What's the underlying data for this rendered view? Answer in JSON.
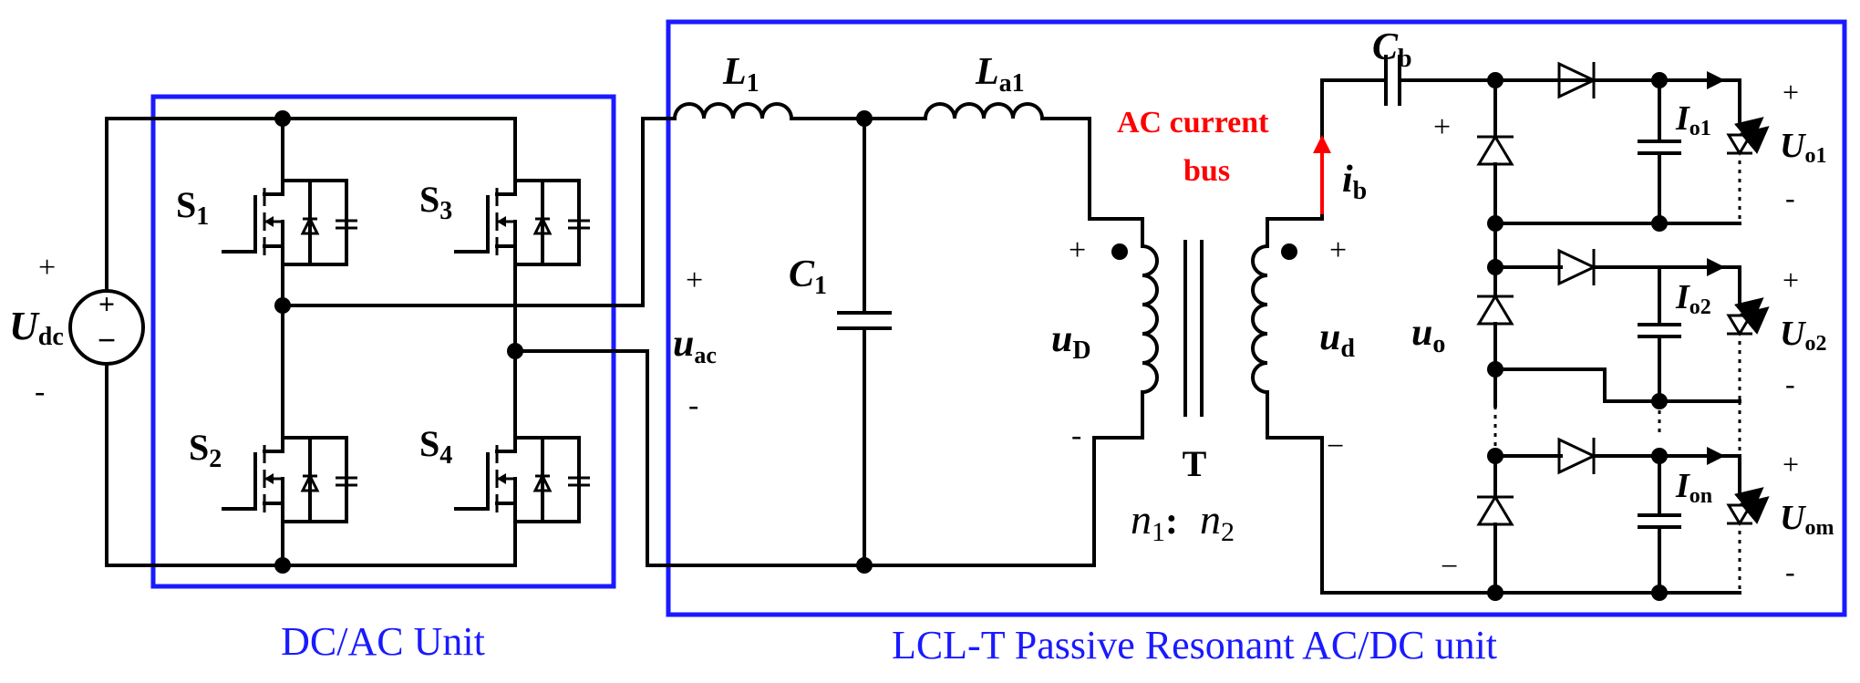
{
  "units": {
    "left_caption": "DC/AC Unit",
    "right_caption": "LCL-T Passive Resonant AC/DC unit"
  },
  "source": {
    "plus": "+",
    "minus": "-",
    "symbol": "U",
    "subscript": "dc",
    "inner_plus": "+",
    "inner_minus": "−"
  },
  "switches": [
    {
      "sym": "S",
      "sub": "1"
    },
    {
      "sym": "S",
      "sub": "3"
    },
    {
      "sym": "S",
      "sub": "2"
    },
    {
      "sym": "S",
      "sub": "4"
    }
  ],
  "labels": {
    "L1": {
      "sym": "L",
      "sub": "1"
    },
    "La1": {
      "sym": "L",
      "sub": "a1"
    },
    "C1": {
      "sym": "C",
      "sub": "1"
    },
    "Cb": {
      "sym": "C",
      "sub": "b"
    },
    "uac": {
      "sym": "u",
      "sub": "ac",
      "plus": "+",
      "minus": "-"
    },
    "uD": {
      "sym": "u",
      "sub": "D",
      "plus": "+",
      "minus": "-"
    },
    "ud": {
      "sym": "u",
      "sub": "d",
      "plus": "+",
      "minus": "−"
    },
    "uo": {
      "sym": "u",
      "sub": "o",
      "plus": "+",
      "minus": "−"
    },
    "ib": {
      "sym": "i",
      "sub": "b"
    },
    "transformer": "T",
    "ratio": {
      "n1": "n",
      "n1_sub": "1",
      "colon": ":",
      "n2": "n",
      "n2_sub": "2"
    },
    "ac_bus_line1": "AC current",
    "ac_bus_line2": "bus"
  },
  "outputs": [
    {
      "i_sym": "I",
      "i_sub": "o1",
      "u_sym": "U",
      "u_sub": "o1",
      "plus": "+",
      "minus": "-"
    },
    {
      "i_sym": "I",
      "i_sub": "o2",
      "u_sym": "U",
      "u_sub": "o2",
      "plus": "+",
      "minus": "-"
    },
    {
      "i_sym": "I",
      "i_sub": "on",
      "u_sym": "U",
      "u_sub": "om",
      "plus": "+",
      "minus": "-"
    }
  ],
  "colors": {
    "wire": "#000000",
    "box": "#1a1aff",
    "ac_bus": "#ff0000"
  }
}
